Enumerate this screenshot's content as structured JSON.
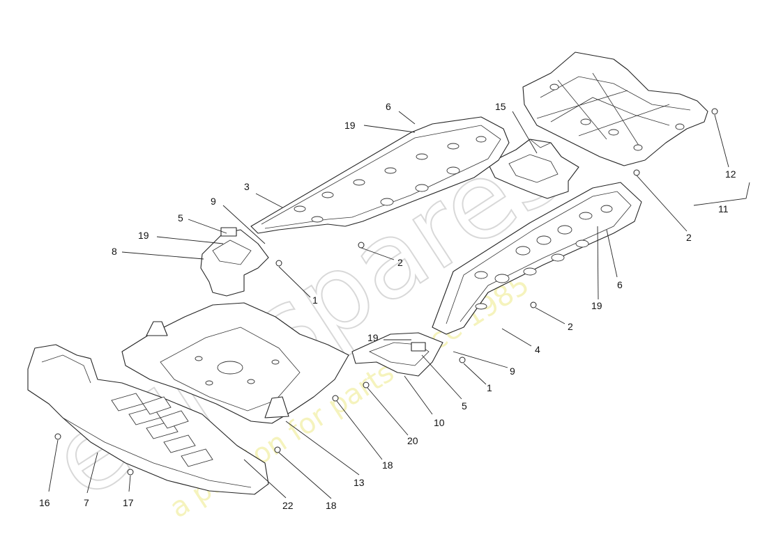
{
  "watermark": {
    "brand": "eurospares",
    "tagline": "a passion for parts since 1985"
  },
  "callouts": [
    {
      "id": "c6a",
      "label": "6"
    },
    {
      "id": "c19a",
      "label": "19"
    },
    {
      "id": "c15",
      "label": "15"
    },
    {
      "id": "c3",
      "label": "3"
    },
    {
      "id": "c9a",
      "label": "9"
    },
    {
      "id": "c5a",
      "label": "5"
    },
    {
      "id": "c19b",
      "label": "19"
    },
    {
      "id": "c8",
      "label": "8"
    },
    {
      "id": "c2a",
      "label": "2"
    },
    {
      "id": "c1a",
      "label": "1"
    },
    {
      "id": "c12",
      "label": "12"
    },
    {
      "id": "c11",
      "label": "11"
    },
    {
      "id": "c2b",
      "label": "2"
    },
    {
      "id": "c6b",
      "label": "6"
    },
    {
      "id": "c19c",
      "label": "19"
    },
    {
      "id": "c2c",
      "label": "2"
    },
    {
      "id": "c4",
      "label": "4"
    },
    {
      "id": "c19d",
      "label": "19"
    },
    {
      "id": "c9b",
      "label": "9"
    },
    {
      "id": "c1b",
      "label": "1"
    },
    {
      "id": "c5b",
      "label": "5"
    },
    {
      "id": "c10",
      "label": "10"
    },
    {
      "id": "c20",
      "label": "20"
    },
    {
      "id": "c18a",
      "label": "18"
    },
    {
      "id": "c13",
      "label": "13"
    },
    {
      "id": "c18b",
      "label": "18"
    },
    {
      "id": "c22",
      "label": "22"
    },
    {
      "id": "c16",
      "label": "16"
    },
    {
      "id": "c7",
      "label": "7"
    },
    {
      "id": "c17",
      "label": "17"
    }
  ]
}
